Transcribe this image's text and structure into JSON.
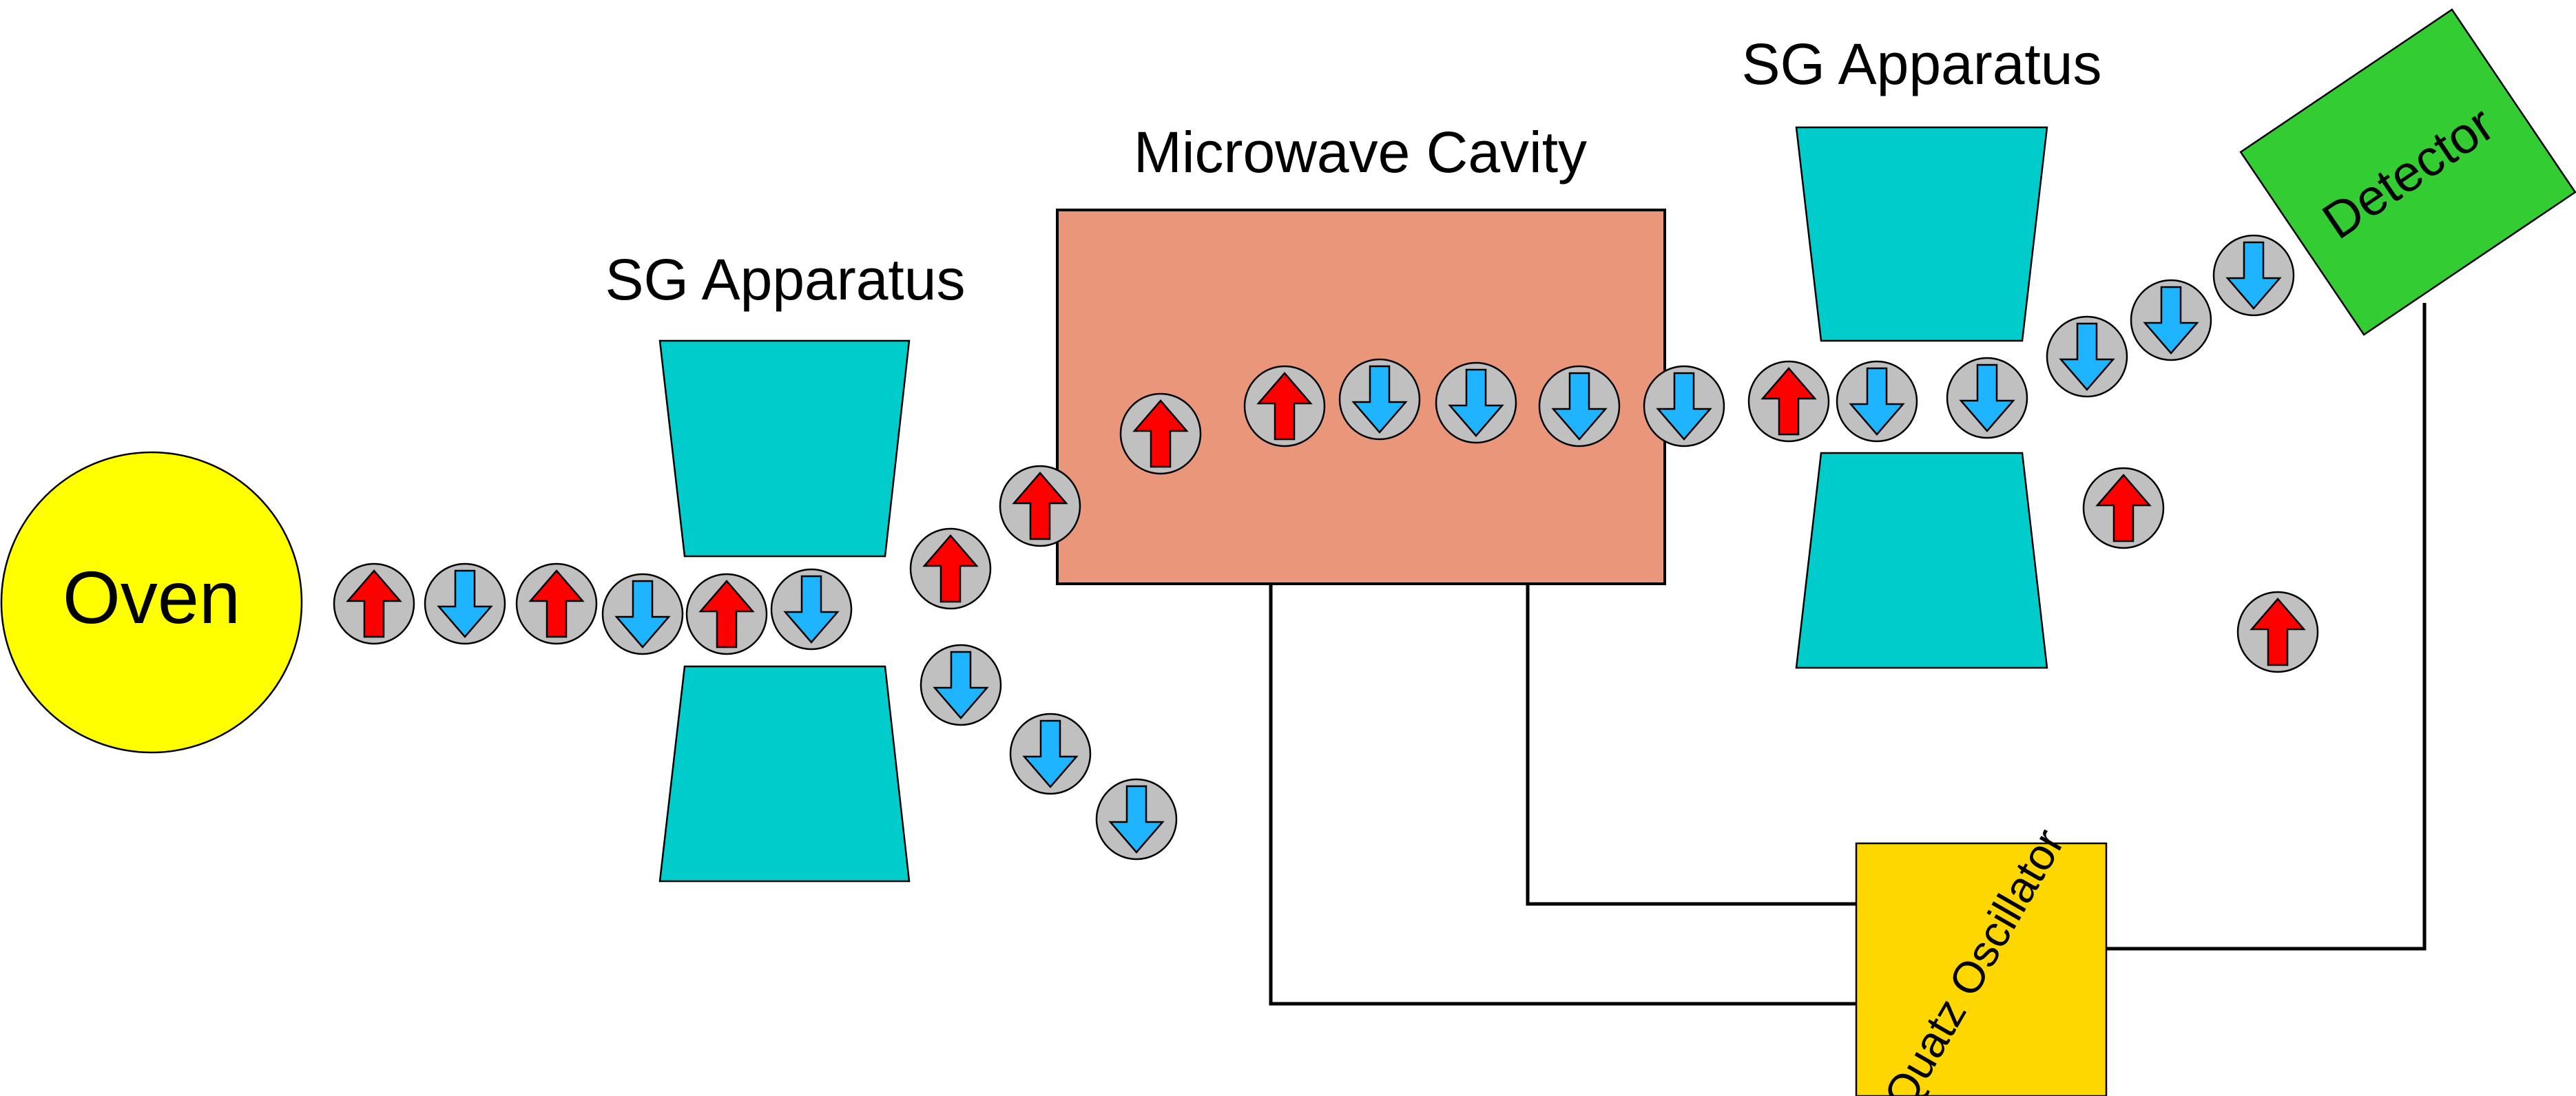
{
  "labels": {
    "oven": "Oven",
    "sg1": "SG Apparatus",
    "cavity": "Microwave Cavity",
    "sg2": "SG Apparatus",
    "detector": "Detector",
    "oscillator": "Quatz Oscillator"
  },
  "colors": {
    "oven": "#ffff00",
    "magnet": "#00cccc",
    "cavity": "#e9967a",
    "detector": "#33cc33",
    "oscillator": "#ffd700",
    "atom": "#c0c0c0",
    "spin_up": "#ff0000",
    "spin_down": "#1eb4ff"
  },
  "atoms": [
    {
      "spin": "up"
    },
    {
      "spin": "down"
    },
    {
      "spin": "up"
    },
    {
      "spin": "down"
    },
    {
      "spin": "up"
    },
    {
      "spin": "down"
    },
    {
      "spin": "up"
    },
    {
      "spin": "up"
    },
    {
      "spin": "up"
    },
    {
      "spin": "down"
    },
    {
      "spin": "down"
    },
    {
      "spin": "down"
    },
    {
      "spin": "up"
    },
    {
      "spin": "down"
    },
    {
      "spin": "down"
    },
    {
      "spin": "down"
    },
    {
      "spin": "down"
    },
    {
      "spin": "up"
    },
    {
      "spin": "down"
    },
    {
      "spin": "down"
    },
    {
      "spin": "down"
    },
    {
      "spin": "down"
    },
    {
      "spin": "down"
    },
    {
      "spin": "up"
    },
    {
      "spin": "up"
    }
  ]
}
